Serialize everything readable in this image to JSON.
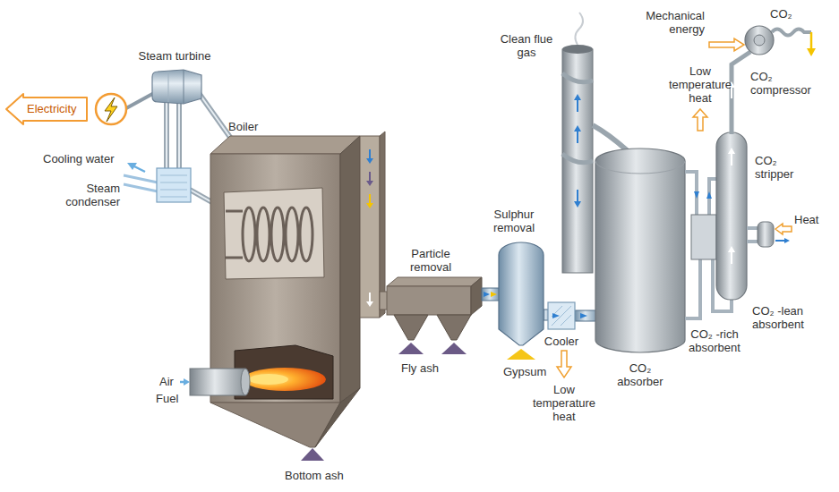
{
  "diagram": {
    "nodes": [
      {
        "text": [
          "Electricity"
        ]
      }
    ],
    "labels": [
      "Mechanical energy",
      "CO₂",
      "Clean flue gas",
      "Low temperature heat",
      "CO₂ compressor",
      "Steam turbine",
      "Boiler",
      "Cooling water",
      "Steam condenser",
      "CO₂ stripper",
      "Sulphur removal",
      "Heat",
      "Particle removal",
      "CO₂ -lean absorbent",
      "CO₂ -rich absorbent",
      "Cooler",
      "CO₂ absorber",
      "Air",
      "Fuel",
      "Fly ash",
      "Gypsum",
      "Low temperature heat",
      "Bottom ash"
    ]
  }
}
